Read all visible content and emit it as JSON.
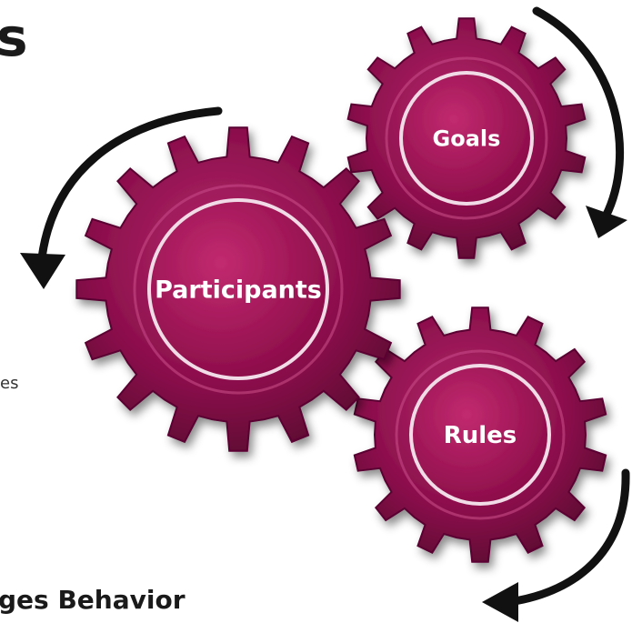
{
  "fragments": {
    "top": "s",
    "middle": "es",
    "bottom": "ges Behavior"
  },
  "gears": [
    {
      "id": "goals",
      "label": "Goals"
    },
    {
      "id": "participants",
      "label": "Participants"
    },
    {
      "id": "rules",
      "label": "Rules"
    }
  ],
  "colors": {
    "gear_body": "#8c0f4c",
    "gear_light": "#c64a86",
    "gear_dark": "#5a0530",
    "hub_fill": "#a51a5c",
    "hub_ring": "#f1dbe6",
    "arrow": "#111111"
  },
  "icons": [
    "gear-icon",
    "gear-icon",
    "gear-icon",
    "curved-arrow-icon",
    "curved-arrow-icon",
    "curved-arrow-icon"
  ]
}
